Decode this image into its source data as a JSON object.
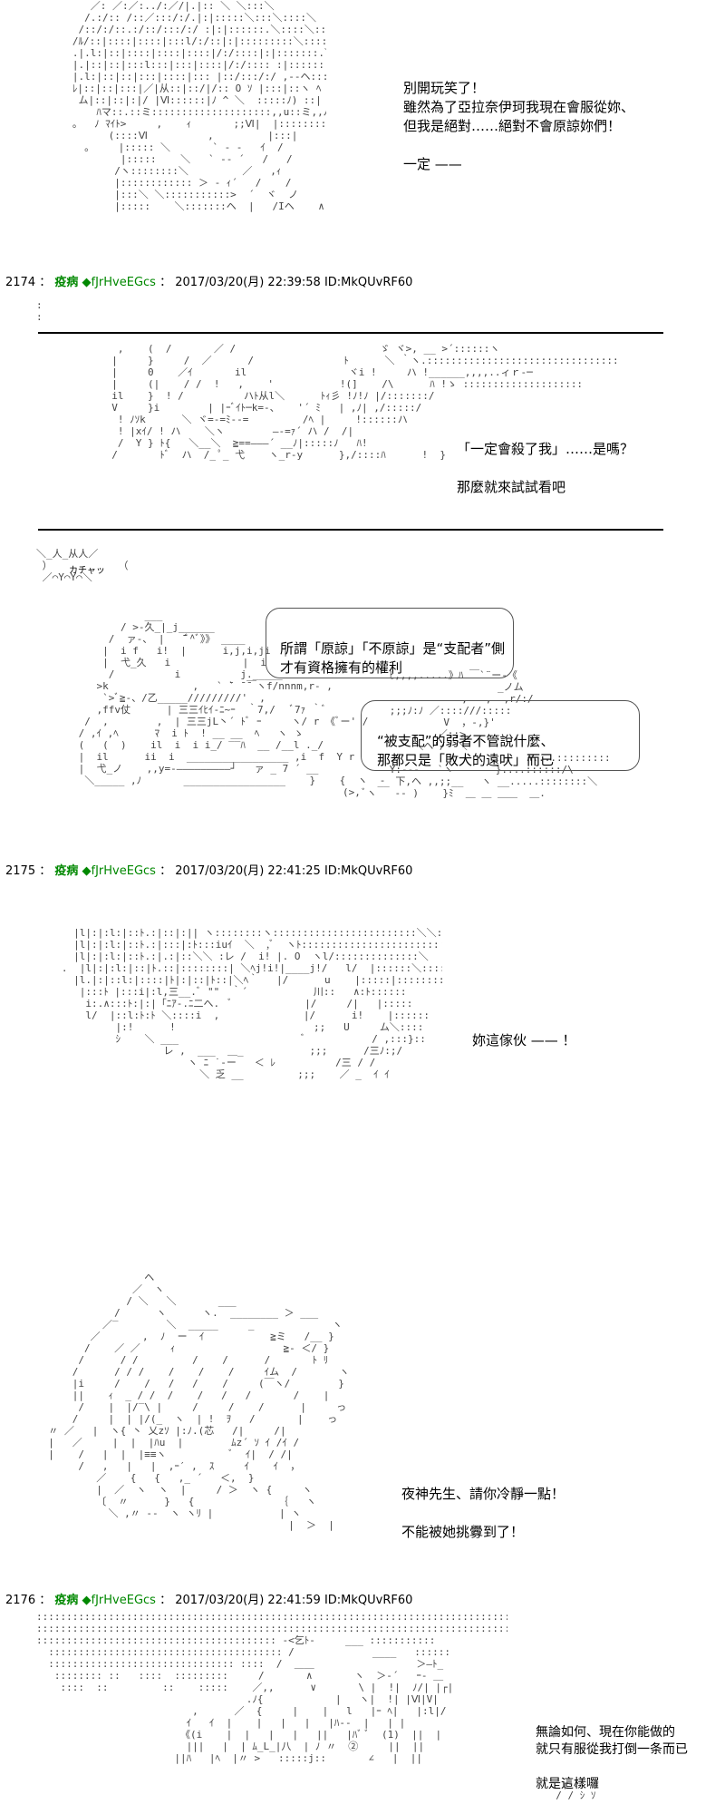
{
  "panel1": {
    "lines": [
      "別開玩笑了！",
      "雖然為了亞拉奈伊珂我現在會服從妳、",
      "但我是絕對……絕對不會原諒妳們！",
      "",
      "一定 ——"
    ]
  },
  "post2174": {
    "num": "2174",
    "name": "疫病",
    "trip": "◆fJrHveEGcs",
    "date": "2017/03/20(月) 22:39:58",
    "id": "ID:MkQUvRF60"
  },
  "panel2": {
    "lines": [
      "「一定會殺了我」……是嗎？",
      "",
      "那麼就來試試看吧"
    ]
  },
  "panel3": {
    "sfx": "カチャッ",
    "bubble1": [
      "所謂「原諒」「不原諒」是“支配者”側",
      "才有資格擁有的權利"
    ],
    "bubble2": [
      "“被支配”的弱者不管說什麼、",
      "那都只是「敗犬的遠吠」而已"
    ]
  },
  "post2175": {
    "num": "2175",
    "name": "疫病",
    "trip": "◆fJrHveEGcs",
    "date": "2017/03/20(月) 22:41:25",
    "id": "ID:MkQUvRF60"
  },
  "panel4": {
    "lines": [
      "妳這傢伙 —— ！"
    ]
  },
  "panel5": {
    "lines": [
      "夜神先生、請你冷靜一點！",
      "",
      "不能被她挑釁到了！"
    ]
  },
  "post2176": {
    "num": "2176",
    "name": "疫病",
    "trip": "◆fJrHveEGcs",
    "date": "2017/03/20(月) 22:41:59",
    "id": "ID:MkQUvRF60"
  },
  "panel6": {
    "lines": [
      "無論如何、現在你能做的",
      "就只有服從我打倒一条而已",
      "",
      "就是這樣囉"
    ]
  }
}
